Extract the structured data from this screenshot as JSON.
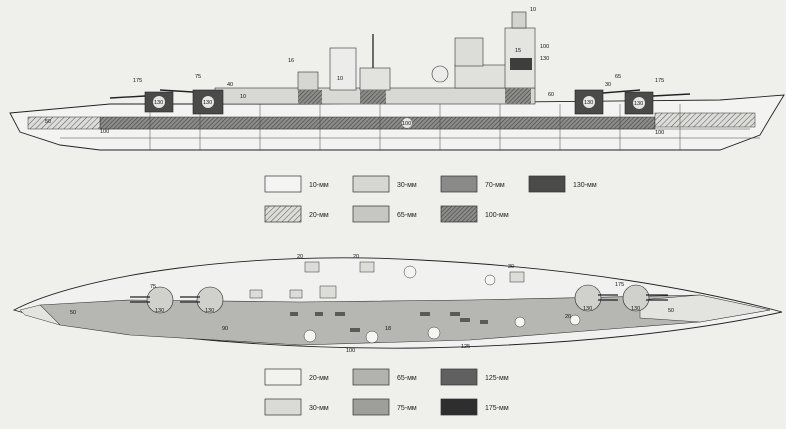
{
  "legend_top": {
    "items": [
      {
        "label": "10-мм",
        "color": "#f4f4f2",
        "hatch": false
      },
      {
        "label": "30-мм",
        "color": "#d6d6d3",
        "hatch": false
      },
      {
        "label": "70-мм",
        "color": "#8a8a88",
        "hatch": false
      },
      {
        "label": "130-мм",
        "color": "#4a4a48",
        "hatch": false
      },
      {
        "label": "20-мм",
        "color": "#e4e4e1",
        "hatch": true
      },
      {
        "label": "65-мм",
        "color": "#c6c6c3",
        "hatch": false
      },
      {
        "label": "100-мм",
        "color": "#8a8a88",
        "hatch": true
      }
    ]
  },
  "legend_bottom": {
    "items": [
      {
        "label": "20-мм",
        "color": "#f2f2ef"
      },
      {
        "label": "65-мм",
        "color": "#b2b2af"
      },
      {
        "label": "125-мм",
        "color": "#606060"
      },
      {
        "label": "30-мм",
        "color": "#dadad7"
      },
      {
        "label": "75-мм",
        "color": "#9e9e9b"
      },
      {
        "label": "175-мм",
        "color": "#2e2e2e"
      }
    ]
  },
  "side_view": {
    "labels": {
      "turret_a": "130",
      "turret_b": "130",
      "turret_c": "130",
      "turret_d": "130",
      "belt_mid": "100",
      "belt_aft": "100",
      "barbette_a": "175",
      "barbette_d": "175",
      "bow": "50",
      "stern": "100",
      "tower_top": "10",
      "tower_mid": "15",
      "tower_band": "100",
      "tower_low": "130",
      "funnel": "10",
      "dir": "16",
      "sec": "10",
      "misc_a": "75",
      "misc_b": "40",
      "misc_c": "30",
      "misc_d": "65",
      "misc_e": "60"
    }
  },
  "plan_view": {
    "labels": {
      "turret_a": "130",
      "turret_b": "130",
      "turret_c": "130",
      "turret_d": "130",
      "bow": "50",
      "stern": "50",
      "deck_a": "90",
      "deck_b": "18",
      "deck_c": "125",
      "sec_a": "20",
      "sec_b": "20",
      "sec_c": "30",
      "bar_a": "75",
      "bar_b": "175",
      "mid": "20",
      "mid_b": "100"
    }
  }
}
